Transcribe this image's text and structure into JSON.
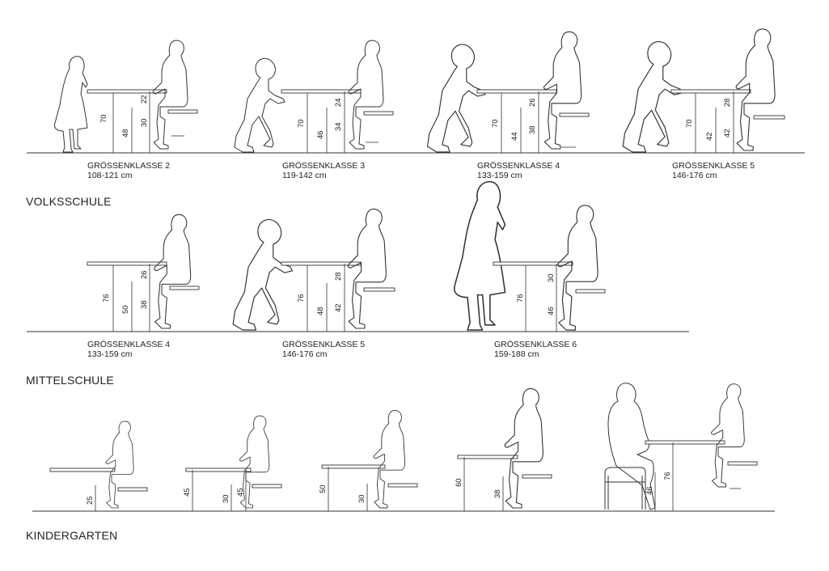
{
  "sections": {
    "volksschule": "VOLKSSCHULE",
    "mittelschule": "MITTELSCHULE",
    "kindergarten": "KINDERGARTEN"
  },
  "volksschule": [
    {
      "label": "GRÖSSENKLASSE 2",
      "range": "108-121 cm",
      "dims": [
        "70",
        "48",
        "22",
        "30"
      ]
    },
    {
      "label": "GRÖSSENKLASSE 3",
      "range": "119-142 cm",
      "dims": [
        "70",
        "46",
        "24",
        "34"
      ]
    },
    {
      "label": "GRÖSSENKLASSE 4",
      "range": "133-159 cm",
      "dims": [
        "70",
        "44",
        "26",
        "38"
      ]
    },
    {
      "label": "GRÖSSENKLASSE 5",
      "range": "146-176 cm",
      "dims": [
        "70",
        "42",
        "28",
        "42"
      ]
    }
  ],
  "mittelschule": [
    {
      "label": "GRÖSSENKLASSE 4",
      "range": "133-159 cm",
      "dims": [
        "76",
        "50",
        "26",
        "38"
      ]
    },
    {
      "label": "GRÖSSENKLASSE 5",
      "range": "146-176 cm",
      "dims": [
        "76",
        "48",
        "28",
        "42"
      ]
    },
    {
      "label": "GRÖSSENKLASSE 6",
      "range": "159-188 cm",
      "dims": [
        "76",
        "30",
        "46"
      ]
    }
  ],
  "kindergarten": [
    {
      "dims": [
        "25"
      ]
    },
    {
      "dims": [
        "45",
        "30",
        "45"
      ]
    },
    {
      "dims": [
        "50",
        "30"
      ]
    },
    {
      "dims": [
        "60",
        "38"
      ]
    },
    {
      "dims": [
        "76",
        "46"
      ]
    }
  ]
}
